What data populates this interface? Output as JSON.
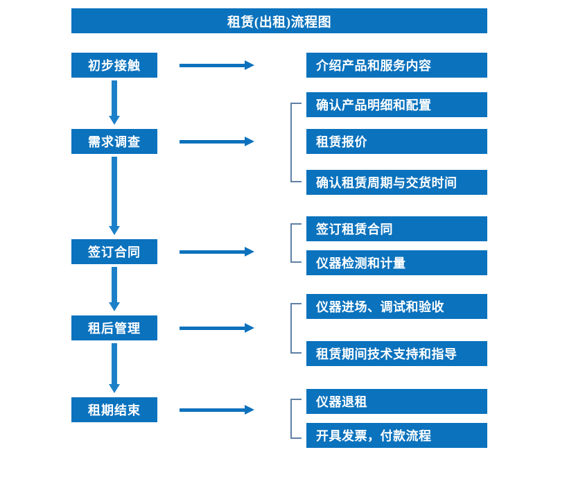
{
  "title": "租赁(出租)流程图",
  "colors": {
    "box_blue": "#0b72bd",
    "arrow_blue": "#0d72bd",
    "arrow_vertical_blue": "#1c80c8",
    "bracket_gray_blue": "#5e80a6",
    "text_white": "#ffffff",
    "background": "#ffffff"
  },
  "stages": [
    {
      "id": "stage-1",
      "label": "初步接触",
      "details": [
        "介绍产品和服务内容"
      ],
      "bracketed": false
    },
    {
      "id": "stage-2",
      "label": "需求调查",
      "details": [
        "确认产品明细和配置",
        "租赁报价",
        "确认租赁周期与交货时间"
      ],
      "bracketed": true
    },
    {
      "id": "stage-3",
      "label": "签订合同",
      "details": [
        "签订租赁合同",
        "仪器检测和计量"
      ],
      "bracketed": true
    },
    {
      "id": "stage-4",
      "label": "租后管理",
      "details": [
        "仪器进场、调试和验收",
        "租赁期间技术支持和指导"
      ],
      "bracketed": true
    },
    {
      "id": "stage-5",
      "label": "租期结束",
      "details": [
        "仪器退租",
        "开具发票，付款流程"
      ],
      "bracketed": true
    }
  ],
  "connectors": {
    "horizontal_arrow_count": 5,
    "vertical_arrow_count": 4,
    "bracket_count": 4
  }
}
